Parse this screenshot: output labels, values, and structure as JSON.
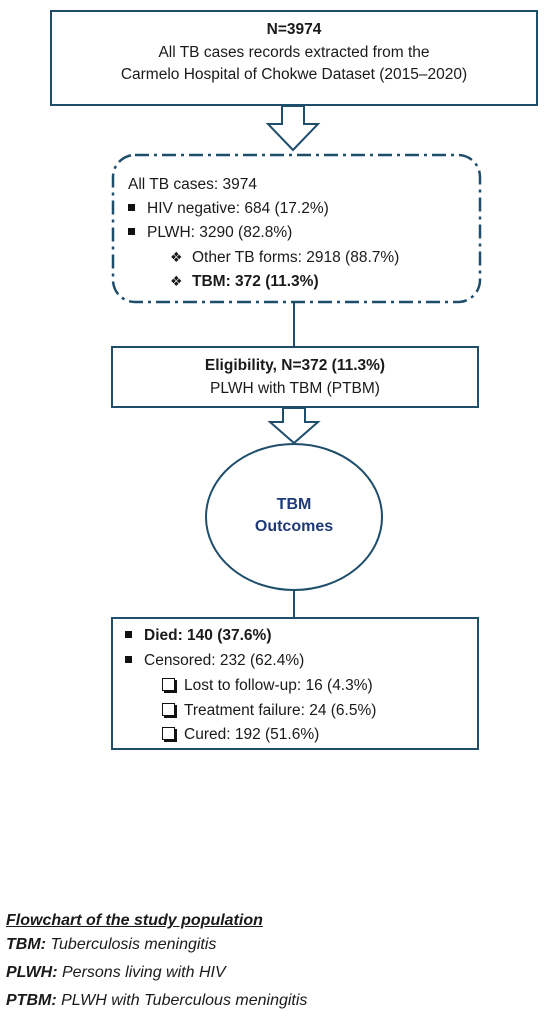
{
  "box1": {
    "title": "N=3974",
    "line1": "All TB cases records extracted from the",
    "line2": "Carmelo Hospital of Chokwe Dataset (2015–2020)"
  },
  "box2": {
    "header": "All TB cases: 3974",
    "items": [
      "HIV negative: 684 (17.2%)",
      "PLWH: 3290 (82.8%)"
    ],
    "subitems": [
      "Other TB forms: 2918 (88.7%)",
      "TBM: 372 (11.3%)"
    ]
  },
  "box3": {
    "title": "Eligibility, N=372 (11.3%)",
    "subtitle": "PLWH with TBM (PTBM)"
  },
  "oval": {
    "line1": "TBM",
    "line2": "Outcomes"
  },
  "box4": {
    "items": [
      "Died: 140 (37.6%)",
      "Censored: 232 (62.4%)"
    ],
    "subitems": [
      "Lost to follow-up: 16 (4.3%)",
      "Treatment failure: 24 (6.5%)",
      "Cured: 192 (51.6%)"
    ]
  },
  "legend": {
    "title": "Flowchart of the study population",
    "entries": [
      {
        "key": "TBM:",
        "value": "Tuberculosis meningitis"
      },
      {
        "key": "PLWH:",
        "value": "Persons living with HIV"
      },
      {
        "key": "PTBM:",
        "value": "PLWH with Tuberculous meningitis"
      }
    ]
  },
  "colors": {
    "border": "#1f4e6b",
    "oval_text": "#1f3a78"
  }
}
